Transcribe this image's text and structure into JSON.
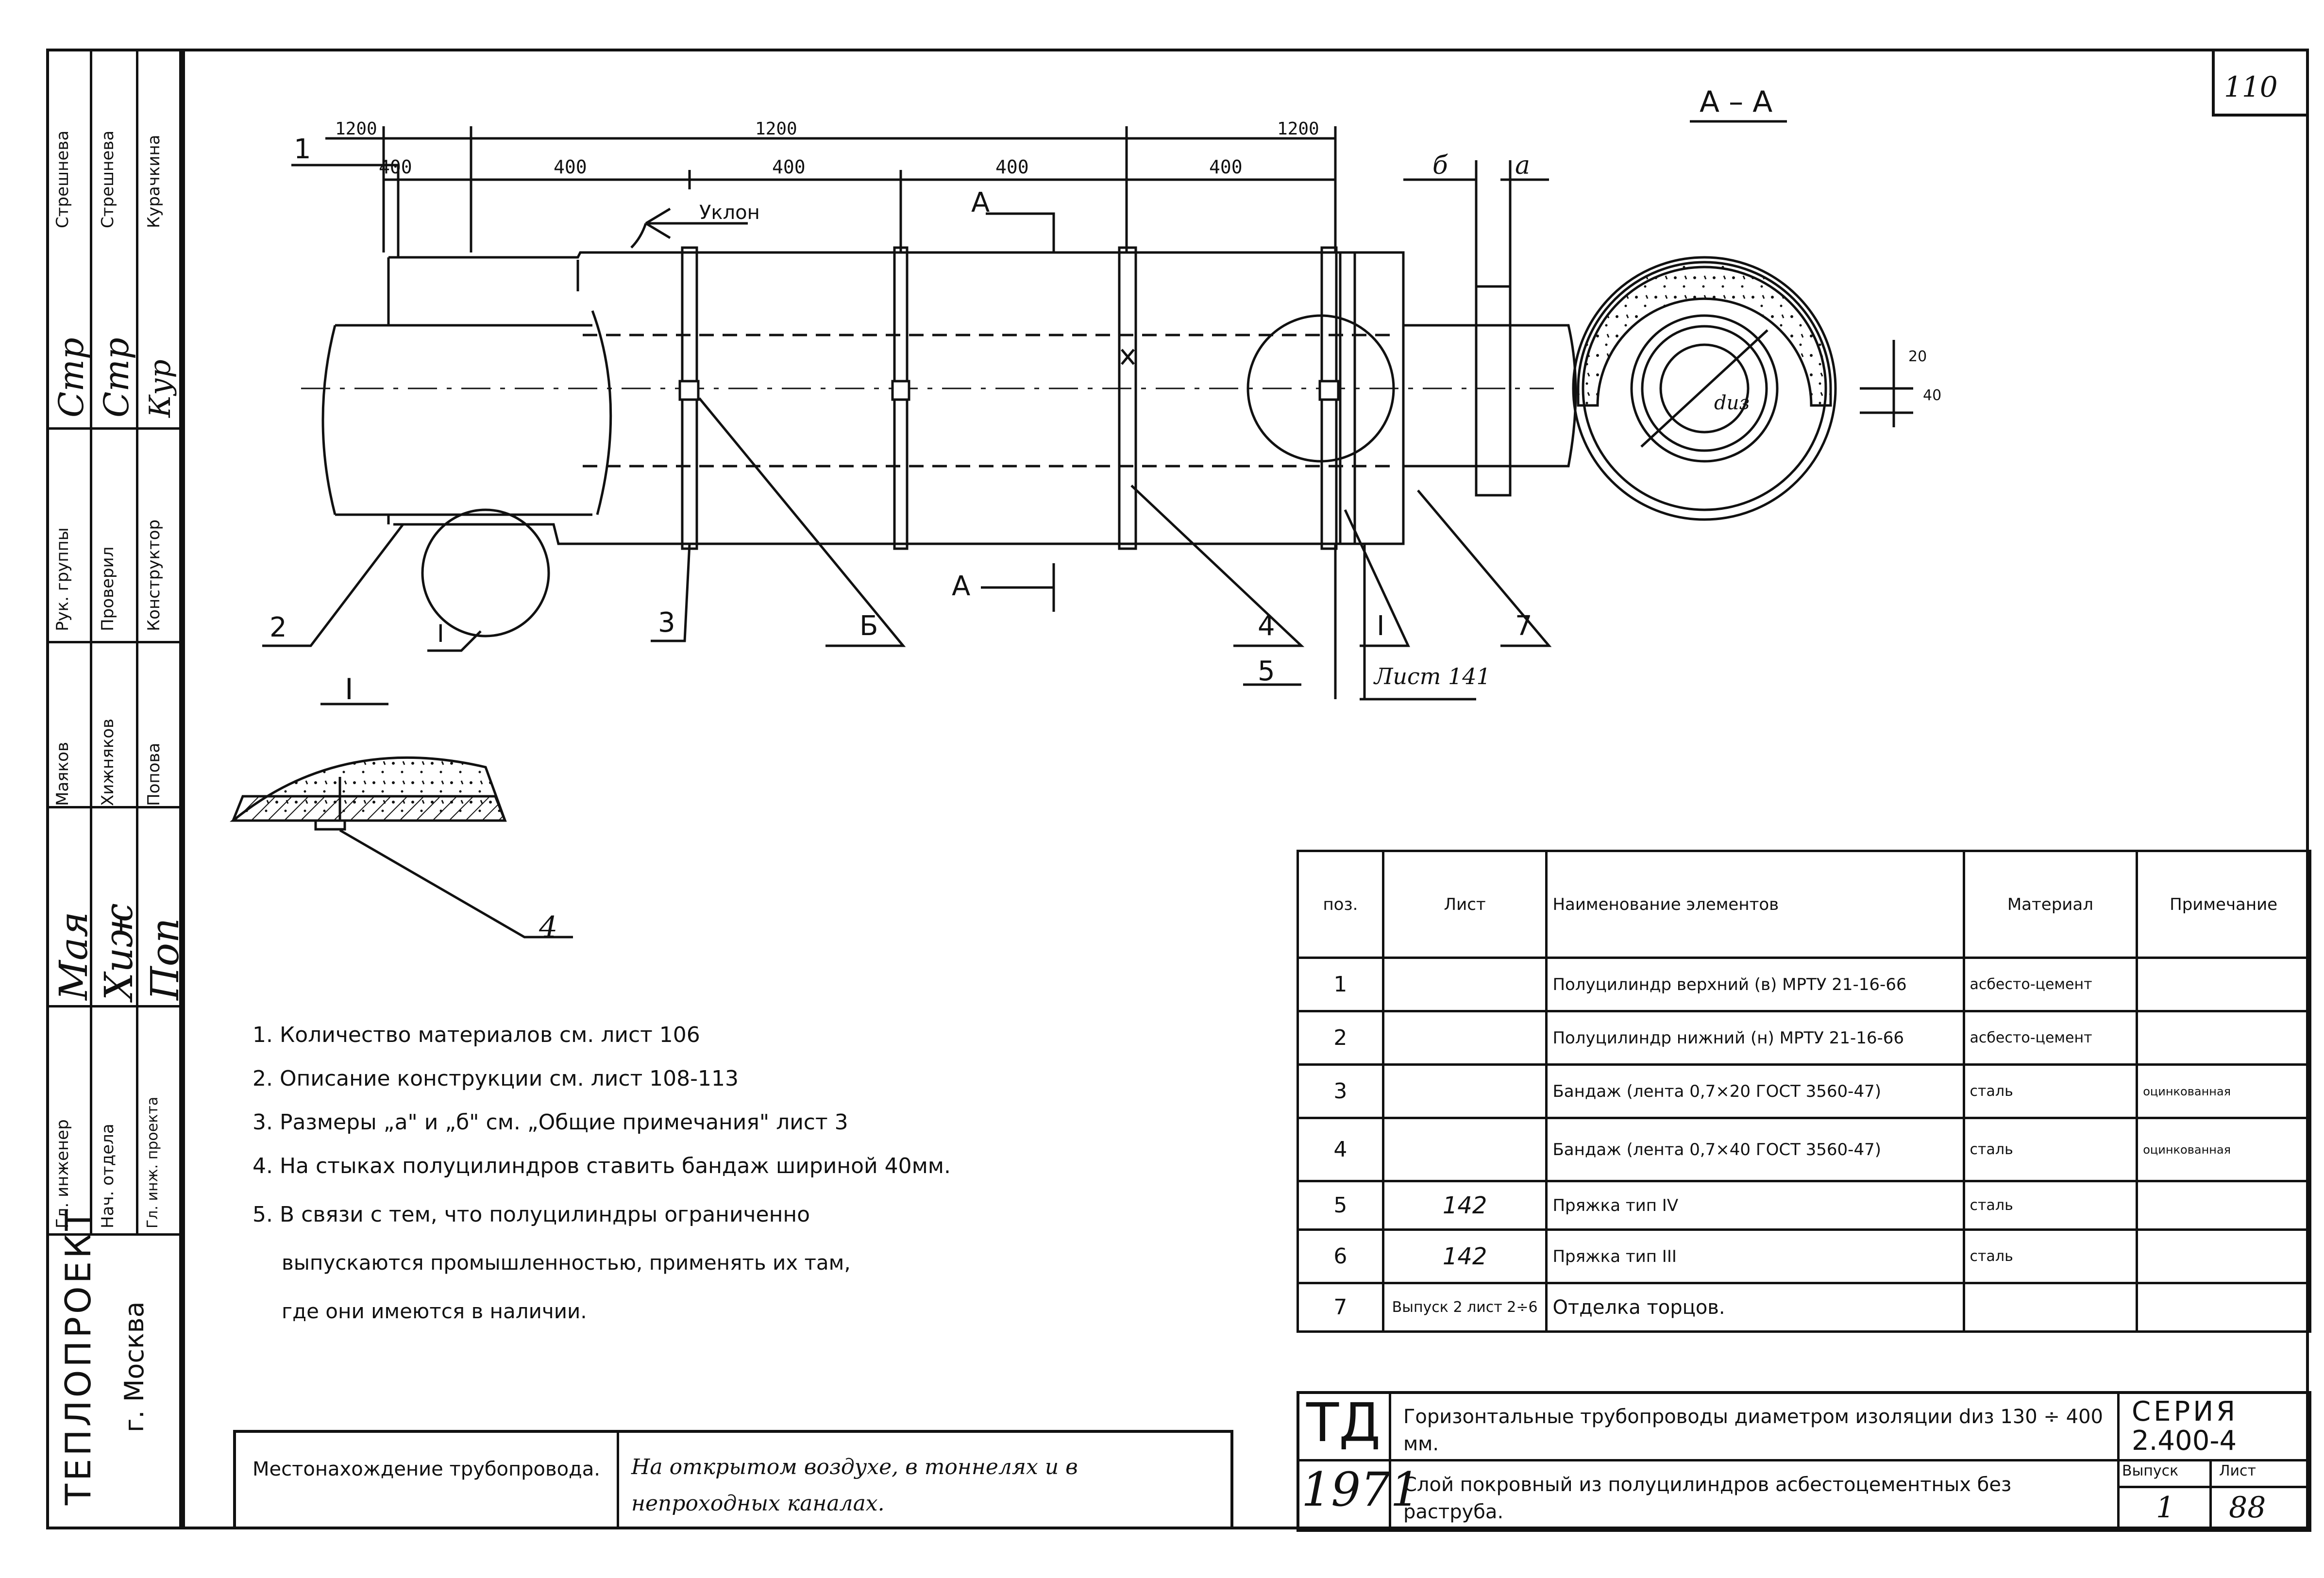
{
  "sheet_number": "110",
  "left_stamp": {
    "org": "ТЕПЛОПРОЕКТ",
    "city": "г. Москва",
    "rows": [
      {
        "role": "Гл. инженер",
        "name": "Маяков",
        "sign": "Мая"
      },
      {
        "role": "Нач. отдела",
        "name": "Хижняков",
        "sign": "Хиж"
      },
      {
        "role": "Гл. инж. проекта",
        "name": "Попова",
        "sign": "Поп"
      },
      {
        "role": "Рук. группы",
        "name": "Стрешнева",
        "sign": "Стр"
      },
      {
        "role": "Проверил",
        "name": "Стрешнева",
        "sign": "Стр"
      },
      {
        "role": "Конструктор",
        "name": "Курачкина",
        "sign": "Кур"
      }
    ]
  },
  "drawing": {
    "dims_top": [
      "1200",
      "1200",
      "1200"
    ],
    "dims_mid": [
      "400",
      "400",
      "400",
      "400",
      "400"
    ],
    "slope_label": "Уклон",
    "dim_b": "б",
    "dim_a": "а",
    "section_title": "А – А",
    "section_mark": "А",
    "pos_labels": [
      "1",
      "2",
      "3",
      "Б",
      "4",
      "5",
      "I",
      "7"
    ],
    "sheet_ref": "Лист 141",
    "detail_title": "I",
    "detail_pos": "4",
    "sec_dim_20": "20",
    "sec_dim_40": "40",
    "sec_diam": "dиз"
  },
  "notes": [
    "1. Количество материалов см. лист 106",
    "2. Описание конструкции см. лист 108-113",
    "3. Размеры „а\" и „б\" см. „Общие примечания\" лист 3",
    "4. На стыках полуцилиндров ставить бандаж шириной 40мм.",
    "5. В связи с тем, что полуцилиндры ограниченно",
    "выпускаются промышленностью, применять их там,",
    "где они имеются в наличии."
  ],
  "spec_table": {
    "headers": [
      "поз.",
      "Лист",
      "Наименование элементов",
      "Материал",
      "Примечание"
    ],
    "rows": [
      {
        "pos": "1",
        "sheet": "",
        "name": "Полуцилиндр верхний (в) МРТУ 21-16-66",
        "material": "асбесто-цемент",
        "note": ""
      },
      {
        "pos": "2",
        "sheet": "",
        "name": "Полуцилиндр нижний (н) МРТУ 21-16-66",
        "material": "асбесто-цемент",
        "note": ""
      },
      {
        "pos": "3",
        "sheet": "",
        "name": "Бандаж (лента 0,7×20 ГОСТ 3560-47)",
        "material": "сталь",
        "note": "оцинкованная"
      },
      {
        "pos": "4",
        "sheet": "",
        "name": "Бандаж (лента 0,7×40 ГОСТ 3560-47)",
        "material": "сталь",
        "note": "оцинкованная"
      },
      {
        "pos": "5",
        "sheet": "142",
        "name": "Пряжка тип IV",
        "material": "сталь",
        "note": ""
      },
      {
        "pos": "6",
        "sheet": "142",
        "name": "Пряжка тип III",
        "material": "сталь",
        "note": ""
      },
      {
        "pos": "7",
        "sheet": "Выпуск 2 лист 2÷6",
        "name": "Отделка торцов.",
        "material": "",
        "note": ""
      }
    ]
  },
  "location": {
    "label": "Местонахождение трубопровода.",
    "value": "На открытом воздухе, в тоннелях и в непроходных каналах."
  },
  "title_block": {
    "mark": "ТД",
    "year": "1971",
    "title": "Горизонтальные трубопроводы диаметром изоляции dиз 130 ÷ 400 мм.",
    "subtitle": "Слой покровный из полуцилиндров асбестоцементных без раструба.",
    "series_label": "СЕРИЯ",
    "series": "2.400-4",
    "issue_label": "Выпуск",
    "issue": "1",
    "sheet_label": "Лист",
    "sheet": "88"
  }
}
